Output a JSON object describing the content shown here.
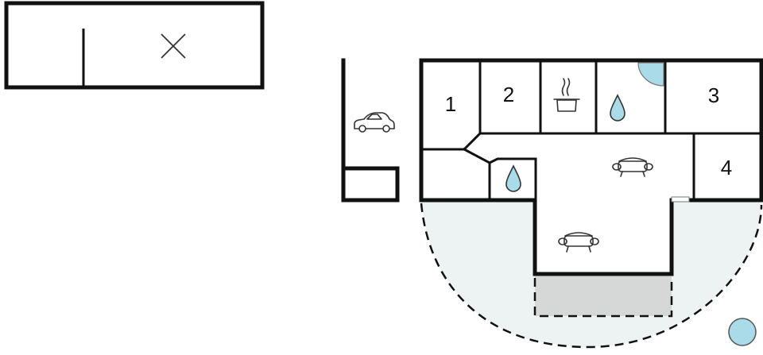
{
  "colors": {
    "wall": "#111111",
    "terrace": "#edf3f3",
    "pool": "#d6d8d8",
    "water": "#a9dbe9",
    "icon": "#333333"
  },
  "icons": {
    "cross": "close-icon",
    "car": "car-icon",
    "kitchen": "cooking-pot-icon",
    "bathroom": "water-drop-icon",
    "living": "sofa-icon",
    "pool": "pool-icon",
    "shower": "shower-icon"
  },
  "rooms": {
    "bedroom_1": "1",
    "bedroom_2": "2",
    "bedroom_3": "3",
    "bedroom_4": "4"
  }
}
